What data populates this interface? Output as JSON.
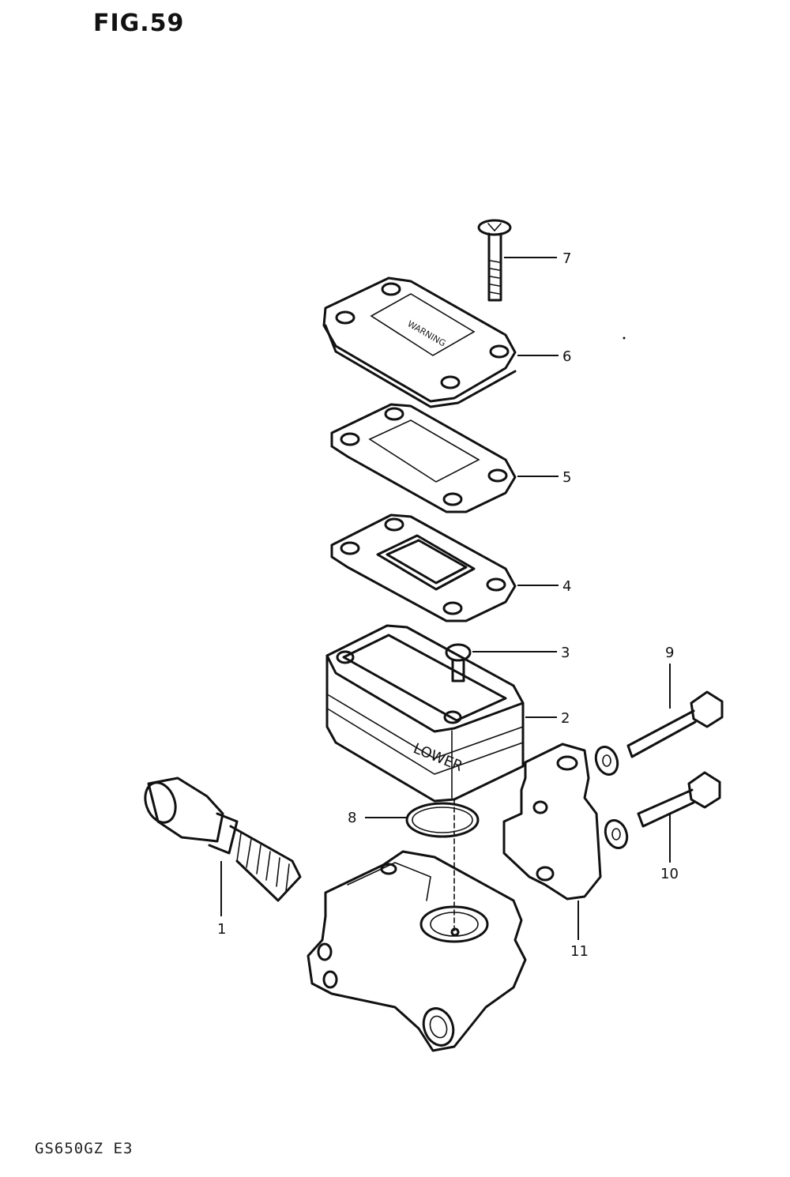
{
  "figure": {
    "title": "FIG.59",
    "model_code": "GS650GZ E3"
  },
  "cast_marking": "LOWER",
  "cap_marking": "WARNING",
  "callouts": [
    {
      "id": "1",
      "label": "1"
    },
    {
      "id": "2",
      "label": "2"
    },
    {
      "id": "3",
      "label": "3"
    },
    {
      "id": "4",
      "label": "4"
    },
    {
      "id": "5",
      "label": "5"
    },
    {
      "id": "6",
      "label": "6"
    },
    {
      "id": "7",
      "label": "7"
    },
    {
      "id": "8",
      "label": "8"
    },
    {
      "id": "9",
      "label": "9"
    },
    {
      "id": "10",
      "label": "10"
    },
    {
      "id": "11",
      "label": "11"
    }
  ]
}
